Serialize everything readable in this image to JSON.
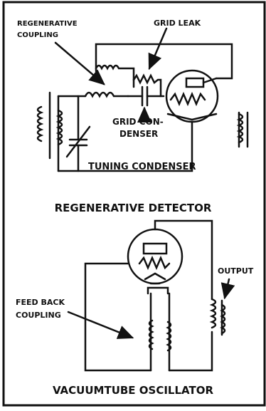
{
  "colors": {
    "ink": "#111111",
    "paper": "#ffffff"
  },
  "top_diagram": {
    "caption": "REGENERATIVE DETECTOR",
    "labels": {
      "regen_line1": "REGENERATIVE",
      "regen_line2": "COUPLING",
      "grid_leak": "GRID LEAK",
      "grid_con_line1": "GRID CON-",
      "grid_con_line2": "DENSER",
      "tuning": "TUNING CONDENSER"
    }
  },
  "bottom_diagram": {
    "caption": "VACUUMTUBE OSCILLATOR",
    "labels": {
      "feed_line1": "FEED BACK",
      "feed_line2": "COUPLING",
      "output": "OUTPUT"
    }
  }
}
